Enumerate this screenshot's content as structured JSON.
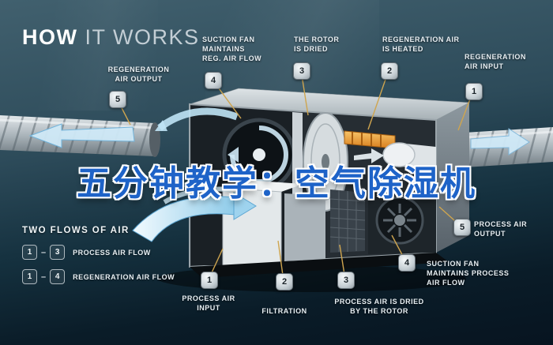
{
  "title": {
    "part_bold": "HOW",
    "part_light": "IT WORKS"
  },
  "overlay_caption": "五分钟教学：空气除湿机",
  "callouts": [
    {
      "num": "5",
      "label": "REGENERATION\nAIR OUTPUT"
    },
    {
      "num": "4",
      "label": "SUCTION FAN\nMAINTAINS\nREG. AIR FLOW"
    },
    {
      "num": "3",
      "label": "THE ROTOR\nIS DRIED"
    },
    {
      "num": "2",
      "label": "REGENERATION AIR\nIS HEATED"
    },
    {
      "num": "1",
      "label": "REGENERATION\nAIR INPUT"
    },
    {
      "num": "1",
      "label": "PROCESS AIR\nINPUT"
    },
    {
      "num": "2",
      "label": "FILTRATION"
    },
    {
      "num": "3",
      "label": "PROCESS AIR IS DRIED\nBY THE ROTOR"
    },
    {
      "num": "4",
      "label": "SUCTION FAN\nMAINTAINS PROCESS\nAIR FLOW"
    },
    {
      "num": "5",
      "label": "PROCESS AIR\nOUTPUT"
    }
  ],
  "legend": {
    "title": "TWO FLOWS OF AIR",
    "rows": [
      {
        "from": "1",
        "sep": "–",
        "to": "3",
        "label": "PROCESS AIR FLOW"
      },
      {
        "from": "1",
        "sep": "–",
        "to": "4",
        "label": "REGENERATION AIR FLOW"
      }
    ]
  },
  "colors": {
    "background_top": "#41606e",
    "background_bottom": "#071420",
    "accent_gold": "#cfa54f",
    "flow_blue": "#a6d7ef",
    "overlay_blue": "#1e63c8",
    "text": "#e8eff3"
  }
}
